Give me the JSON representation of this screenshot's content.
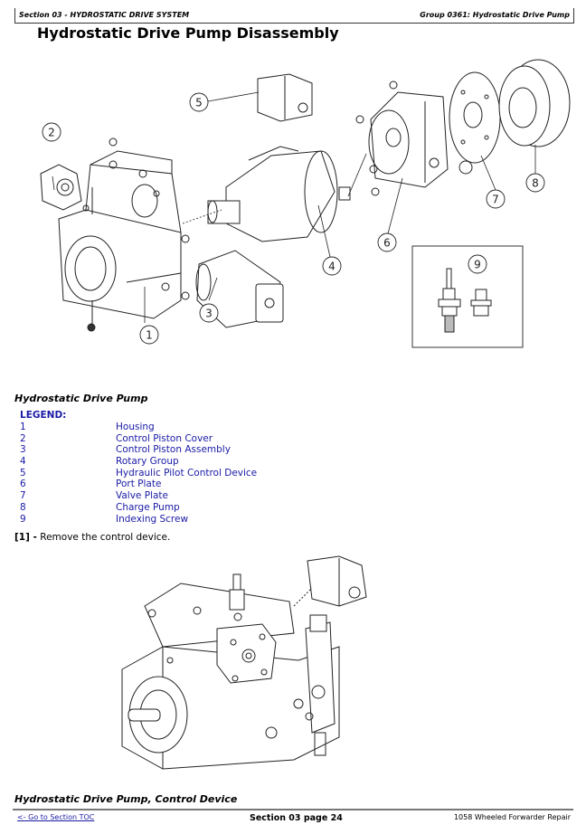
{
  "header": {
    "section": "Section 03 - HYDROSTATIC DRIVE SYSTEM",
    "group": "Group 0361: Hydrostatic Drive Pump"
  },
  "page_title": "Hydrostatic Drive Pump Disassembly",
  "figure1": {
    "callouts": [
      "1",
      "2",
      "3",
      "4",
      "5",
      "6",
      "7",
      "8",
      "9"
    ],
    "caption": "Hydrostatic Drive Pump"
  },
  "legend": {
    "title": "LEGEND:",
    "items": [
      {
        "num": "1",
        "label": "Housing"
      },
      {
        "num": "2",
        "label": "Control Piston Cover"
      },
      {
        "num": "3",
        "label": "Control Piston Assembly"
      },
      {
        "num": "4",
        "label": "Rotary Group"
      },
      {
        "num": "5",
        "label": "Hydraulic Pilot Control Device"
      },
      {
        "num": "6",
        "label": "Port Plate"
      },
      {
        "num": "7",
        "label": "Valve Plate"
      },
      {
        "num": "8",
        "label": "Charge Pump"
      },
      {
        "num": "9",
        "label": "Indexing Screw"
      }
    ]
  },
  "step": {
    "marker": "[1] -",
    "text": "Remove the control device."
  },
  "figure2": {
    "caption": "Hydrostatic Drive Pump, Control Device"
  },
  "footer": {
    "toc_link": "<- Go to Section TOC",
    "page": "Section 03 page 24",
    "manual": "1058 Wheeled Forwarder Repair"
  },
  "colors": {
    "legend_blue": "#1a1aa6",
    "text": "#000000",
    "rule": "#777777"
  }
}
